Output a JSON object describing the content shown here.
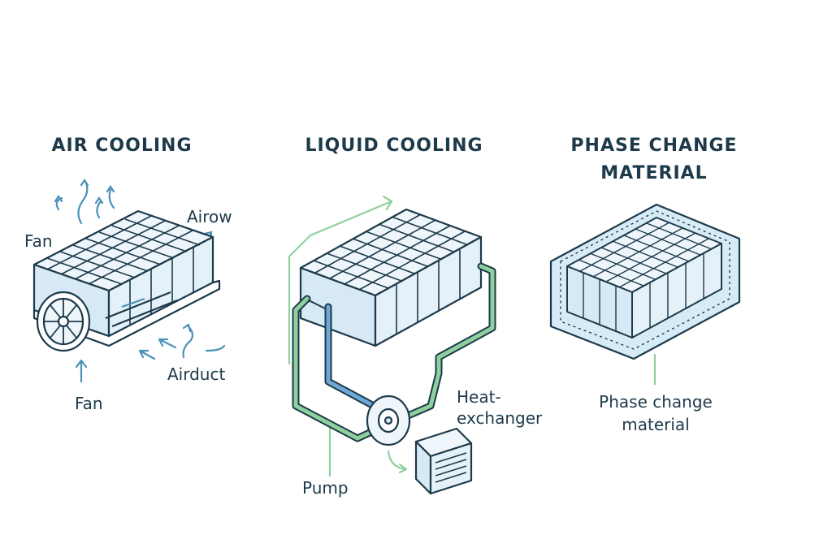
{
  "panels": {
    "air": {
      "title": "AIR COOLING",
      "labels": {
        "airflow": "Airow",
        "fan_top": "Fan",
        "airduct": "Airduct",
        "fan_bottom": "Fan"
      }
    },
    "liquid": {
      "title": "LIQUID COOLING",
      "labels": {
        "heat_exchanger_line1": "Heat-",
        "heat_exchanger_line2": "exchanger",
        "pump": "Pump"
      }
    },
    "phase": {
      "title_line1": "PHASE CHANGE",
      "title_line2": "MATERIAL",
      "labels": {
        "pcm_line1": "Phase change",
        "pcm_line2": "material"
      }
    }
  },
  "colors": {
    "outline": "#1d3a4a",
    "cell_fill": "#eef6fb",
    "cell_side": "#d6e9f4",
    "air_arrow": "#4a90b8",
    "coolant_loop": "#8fd19e",
    "coolant_inner": "#6fa8d6",
    "pcm_fill": "#d7ebf6"
  }
}
